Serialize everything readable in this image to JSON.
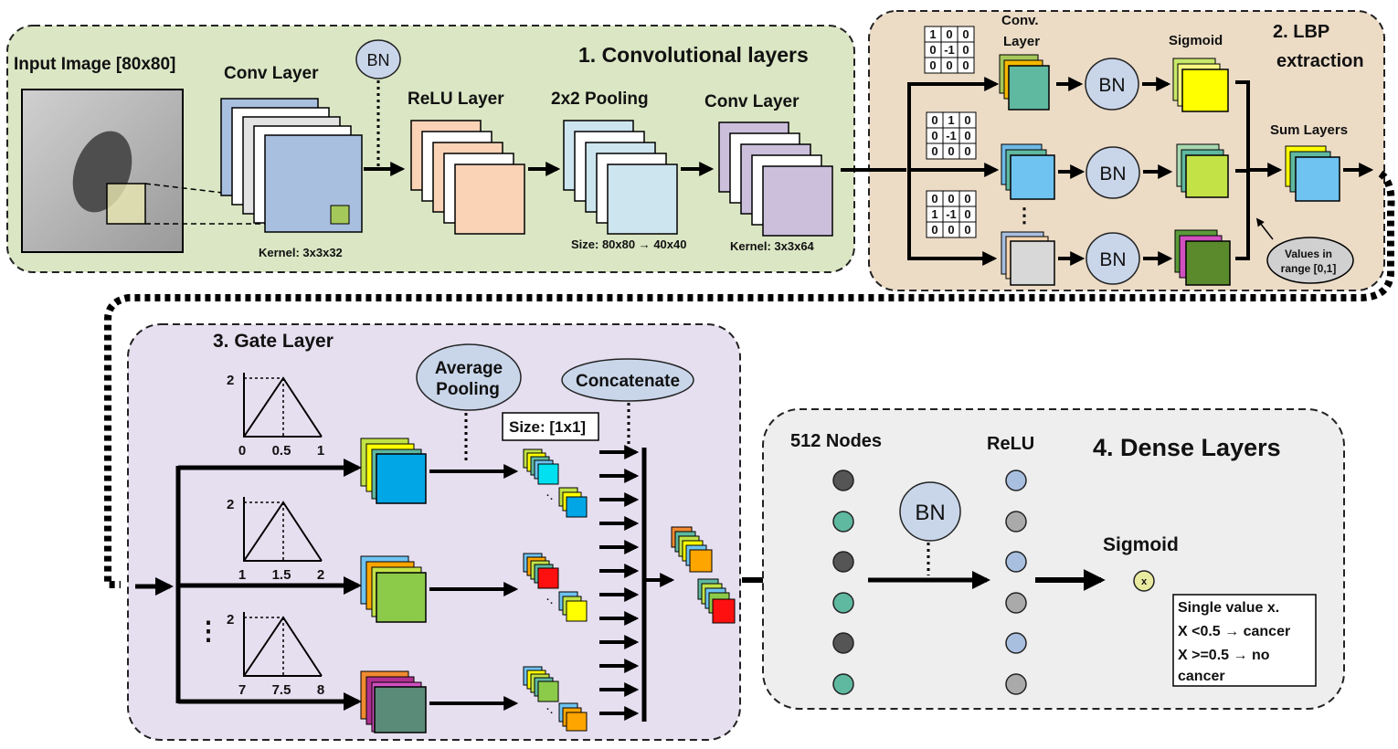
{
  "panel1": {
    "title": "1. Convolutional layers",
    "input_label": "Input Image [80x80]",
    "bn": "BN",
    "conv1": {
      "label": "Conv Layer",
      "kernel": "Kernel: 3x3x32"
    },
    "relu": {
      "label": "ReLU Layer"
    },
    "pool": {
      "label": "2x2 Pooling",
      "size": "Size: 80x80 → 40x40"
    },
    "conv2": {
      "label": "Conv Layer",
      "kernel": "Kernel: 3x3x64"
    }
  },
  "panel2": {
    "title_line1": "2. LBP",
    "title_line2": "extraction",
    "conv_line1": "Conv.",
    "conv_line2": "Layer",
    "sigmoid": "Sigmoid",
    "sum": "Sum Layers",
    "bn": "BN",
    "values_line1": "Values in",
    "values_line2": "range [0,1]",
    "matrices": [
      [
        [
          "1",
          "0",
          "0"
        ],
        [
          "0",
          "-1",
          "0"
        ],
        [
          "0",
          "0",
          "0"
        ]
      ],
      [
        [
          "0",
          "1",
          "0"
        ],
        [
          "0",
          "-1",
          "0"
        ],
        [
          "0",
          "0",
          "0"
        ]
      ],
      [
        [
          "0",
          "0",
          "0"
        ],
        [
          "1",
          "-1",
          "0"
        ],
        [
          "0",
          "0",
          "0"
        ]
      ]
    ]
  },
  "panel3": {
    "title": "3. Gate Layer",
    "avg_line1": "Average",
    "avg_line2": "Pooling",
    "concat": "Concatenate",
    "size": "Size: [1x1]",
    "triangles": [
      {
        "peak": "2",
        "left": "0",
        "mid": "0.5",
        "right": "1"
      },
      {
        "peak": "2",
        "left": "1",
        "mid": "1.5",
        "right": "2"
      },
      {
        "peak": "2",
        "left": "7",
        "mid": "7.5",
        "right": "8"
      }
    ]
  },
  "panel4": {
    "title": "4. Dense Layers",
    "nodes": "512 Nodes",
    "relu": "ReLU",
    "bn": "BN",
    "sigmoid": "Sigmoid",
    "x": "x",
    "note": [
      "Single value x.",
      "X <0.5 → cancer",
      "X >=0.5 → no",
      "cancer"
    ]
  },
  "colors": {
    "panel1_bg": "#dbe6c4",
    "panel2_bg": "#ecdcc6",
    "panel3_bg": "#e6dff0",
    "panel4_bg": "#eeeeee",
    "bn_fill": "#c9d6ea",
    "conv_blue": "#a9bfe0",
    "relu_peach": "#fad3b6",
    "pool_cyan": "#cde5ee",
    "conv_purple": "#cbbfdc"
  }
}
